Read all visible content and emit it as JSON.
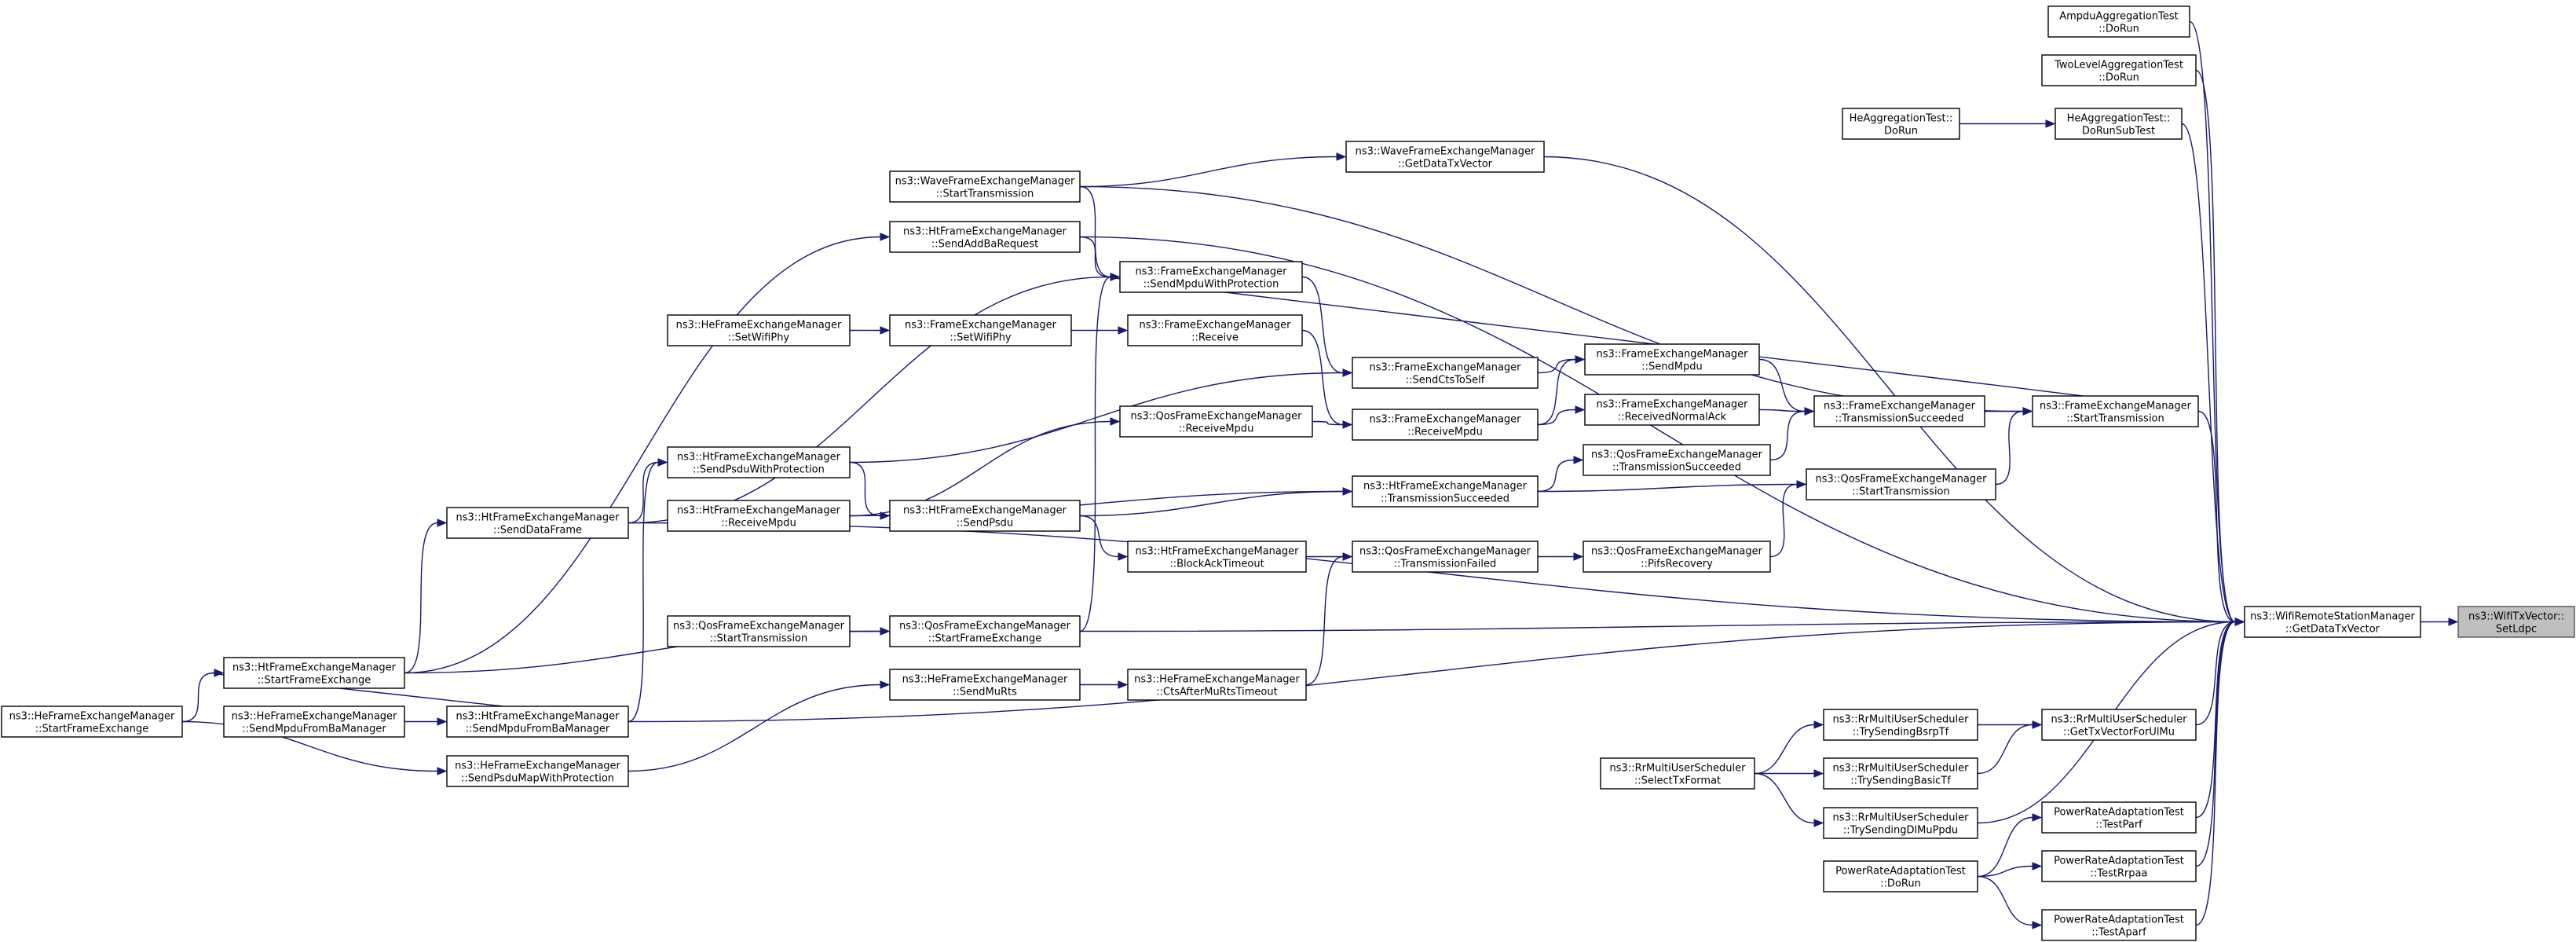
{
  "graph": {
    "title": "",
    "edge_color": "#191970",
    "root_fill": "#bfbfbf",
    "nodes": [
      {
        "id": "n0",
        "lines": [
          "ns3::WifiTxVector::",
          "SetLdpc"
        ],
        "root": true
      },
      {
        "id": "n1",
        "lines": [
          "ns3::WifiRemoteStationManager",
          "::GetDataTxVector"
        ]
      },
      {
        "id": "n2",
        "lines": [
          "AmpduAggregationTest",
          "::DoRun"
        ]
      },
      {
        "id": "n3",
        "lines": [
          "TwoLevelAggregationTest",
          "::DoRun"
        ]
      },
      {
        "id": "n4",
        "lines": [
          "HeAggregationTest::",
          "DoRunSubTest"
        ]
      },
      {
        "id": "n5",
        "lines": [
          "HeAggregationTest::",
          "DoRun"
        ]
      },
      {
        "id": "n6",
        "lines": [
          "ns3::WaveFrameExchangeManager",
          "::GetDataTxVector"
        ]
      },
      {
        "id": "n7",
        "lines": [
          "ns3::WaveFrameExchangeManager",
          "::StartTransmission"
        ]
      },
      {
        "id": "n8",
        "lines": [
          "ns3::FrameExchangeManager",
          "::StartTransmission"
        ]
      },
      {
        "id": "n9",
        "lines": [
          "ns3::FrameExchangeManager",
          "::TransmissionSucceeded"
        ]
      },
      {
        "id": "n10",
        "lines": [
          "ns3::QosFrameExchangeManager",
          "::StartTransmission"
        ]
      },
      {
        "id": "n11",
        "lines": [
          "ns3::FrameExchangeManager",
          "::SendMpdu"
        ]
      },
      {
        "id": "n12",
        "lines": [
          "ns3::FrameExchangeManager",
          "::ReceivedNormalAck"
        ]
      },
      {
        "id": "n13",
        "lines": [
          "ns3::QosFrameExchangeManager",
          "::TransmissionSucceeded"
        ]
      },
      {
        "id": "n14",
        "lines": [
          "ns3::QosFrameExchangeManager",
          "::PifsRecovery"
        ]
      },
      {
        "id": "n15",
        "lines": [
          "ns3::FrameExchangeManager",
          "::SendCtsToSelf"
        ]
      },
      {
        "id": "n16",
        "lines": [
          "ns3::FrameExchangeManager",
          "::ReceiveMpdu"
        ]
      },
      {
        "id": "n17",
        "lines": [
          "ns3::HtFrameExchangeManager",
          "::TransmissionSucceeded"
        ]
      },
      {
        "id": "n18",
        "lines": [
          "ns3::QosFrameExchangeManager",
          "::TransmissionFailed"
        ]
      },
      {
        "id": "n19",
        "lines": [
          "ns3::HtFrameExchangeManager",
          "::SendAddBaRequest"
        ]
      },
      {
        "id": "n20",
        "lines": [
          "ns3::FrameExchangeManager",
          "::SendMpduWithProtection"
        ]
      },
      {
        "id": "n21",
        "lines": [
          "ns3::FrameExchangeManager",
          "::Receive"
        ]
      },
      {
        "id": "n22",
        "lines": [
          "ns3::FrameExchangeManager",
          "::SetWifiPhy"
        ]
      },
      {
        "id": "n23",
        "lines": [
          "ns3::HeFrameExchangeManager",
          "::SetWifiPhy"
        ]
      },
      {
        "id": "n24",
        "lines": [
          "ns3::QosFrameExchangeManager",
          "::ReceiveMpdu"
        ]
      },
      {
        "id": "n25",
        "lines": [
          "ns3::HtFrameExchangeManager",
          "::SendPsdu"
        ]
      },
      {
        "id": "n26",
        "lines": [
          "ns3::HtFrameExchangeManager",
          "::BlockAckTimeout"
        ]
      },
      {
        "id": "n27",
        "lines": [
          "ns3::HtFrameExchangeManager",
          "::SendPsduWithProtection"
        ]
      },
      {
        "id": "n28",
        "lines": [
          "ns3::HtFrameExchangeManager",
          "::ReceiveMpdu"
        ]
      },
      {
        "id": "n29",
        "lines": [
          "ns3::HtFrameExchangeManager",
          "::SendDataFrame"
        ]
      },
      {
        "id": "n30",
        "lines": [
          "ns3::QosFrameExchangeManager",
          "::StartFrameExchange"
        ]
      },
      {
        "id": "n31",
        "lines": [
          "ns3::QosFrameExchangeManager",
          "::StartTransmission"
        ]
      },
      {
        "id": "n32",
        "lines": [
          "ns3::HtFrameExchangeManager",
          "::StartFrameExchange"
        ]
      },
      {
        "id": "n33",
        "lines": [
          "ns3::HeFrameExchangeManager",
          "::StartFrameExchange"
        ]
      },
      {
        "id": "n34",
        "lines": [
          "ns3::HeFrameExchangeManager",
          "::SendMuRts"
        ]
      },
      {
        "id": "n35",
        "lines": [
          "ns3::HeFrameExchangeManager",
          "::CtsAfterMuRtsTimeout"
        ]
      },
      {
        "id": "n36",
        "lines": [
          "ns3::HtFrameExchangeManager",
          "::SendMpduFromBaManager"
        ]
      },
      {
        "id": "n37",
        "lines": [
          "ns3::HeFrameExchangeManager",
          "::SendMpduFromBaManager"
        ]
      },
      {
        "id": "n38",
        "lines": [
          "ns3::HeFrameExchangeManager",
          "::SendPsduMapWithProtection"
        ]
      },
      {
        "id": "n39",
        "lines": [
          "ns3::RrMultiUserScheduler",
          "::GetTxVectorForUlMu"
        ]
      },
      {
        "id": "n40",
        "lines": [
          "ns3::RrMultiUserScheduler",
          "::TrySendingBsrpTf"
        ]
      },
      {
        "id": "n41",
        "lines": [
          "ns3::RrMultiUserScheduler",
          "::TrySendingBasicTf"
        ]
      },
      {
        "id": "n42",
        "lines": [
          "ns3::RrMultiUserScheduler",
          "::SelectTxFormat"
        ]
      },
      {
        "id": "n43",
        "lines": [
          "ns3::RrMultiUserScheduler",
          "::TrySendingDlMuPpdu"
        ]
      },
      {
        "id": "n44",
        "lines": [
          "PowerRateAdaptationTest",
          "::TestParf"
        ]
      },
      {
        "id": "n45",
        "lines": [
          "PowerRateAdaptationTest",
          "::TestRrpaa"
        ]
      },
      {
        "id": "n46",
        "lines": [
          "PowerRateAdaptationTest",
          "::TestAparf"
        ]
      },
      {
        "id": "n47",
        "lines": [
          "PowerRateAdaptationTest",
          "::DoRun"
        ]
      }
    ],
    "edges": [
      [
        "n1",
        "n0"
      ],
      [
        "n2",
        "n1"
      ],
      [
        "n3",
        "n1"
      ],
      [
        "n4",
        "n1"
      ],
      [
        "n5",
        "n4"
      ],
      [
        "n6",
        "n1"
      ],
      [
        "n7",
        "n6"
      ],
      [
        "n8",
        "n1"
      ],
      [
        "n7",
        "n8"
      ],
      [
        "n9",
        "n8"
      ],
      [
        "n10",
        "n8"
      ],
      [
        "n11",
        "n9"
      ],
      [
        "n12",
        "n9"
      ],
      [
        "n13",
        "n9"
      ],
      [
        "n17",
        "n10"
      ],
      [
        "n14",
        "n10"
      ],
      [
        "n15",
        "n11"
      ],
      [
        "n16",
        "n11"
      ],
      [
        "n16",
        "n12"
      ],
      [
        "n17",
        "n13"
      ],
      [
        "n18",
        "n14"
      ],
      [
        "n20",
        "n15"
      ],
      [
        "n27",
        "n15"
      ],
      [
        "n21",
        "n16"
      ],
      [
        "n24",
        "n16"
      ],
      [
        "n25",
        "n17"
      ],
      [
        "n28",
        "n17"
      ],
      [
        "n26",
        "n18"
      ],
      [
        "n35",
        "n18"
      ],
      [
        "n19",
        "n1"
      ],
      [
        "n8",
        "n20"
      ],
      [
        "n7",
        "n20"
      ],
      [
        "n19",
        "n20"
      ],
      [
        "n29",
        "n20"
      ],
      [
        "n30",
        "n20"
      ],
      [
        "n22",
        "n21"
      ],
      [
        "n23",
        "n22"
      ],
      [
        "n28",
        "n24"
      ],
      [
        "n27",
        "n25"
      ],
      [
        "n25",
        "n26"
      ],
      [
        "n29",
        "n27"
      ],
      [
        "n36",
        "n27"
      ],
      [
        "n29",
        "n1"
      ],
      [
        "n32",
        "n29"
      ],
      [
        "n30",
        "n1"
      ],
      [
        "n31",
        "n30"
      ],
      [
        "n32",
        "n30"
      ],
      [
        "n32",
        "n19"
      ],
      [
        "n33",
        "n32"
      ],
      [
        "n33",
        "n38"
      ],
      [
        "n36",
        "n1"
      ],
      [
        "n36",
        "n32"
      ],
      [
        "n37",
        "n36"
      ],
      [
        "n38",
        "n34"
      ],
      [
        "n34",
        "n35"
      ],
      [
        "n39",
        "n1"
      ],
      [
        "n40",
        "n39"
      ],
      [
        "n41",
        "n39"
      ],
      [
        "n42",
        "n40"
      ],
      [
        "n42",
        "n41"
      ],
      [
        "n42",
        "n43"
      ],
      [
        "n43",
        "n1"
      ],
      [
        "n44",
        "n1"
      ],
      [
        "n45",
        "n1"
      ],
      [
        "n46",
        "n1"
      ],
      [
        "n47",
        "n44"
      ],
      [
        "n47",
        "n45"
      ],
      [
        "n47",
        "n46"
      ]
    ]
  }
}
